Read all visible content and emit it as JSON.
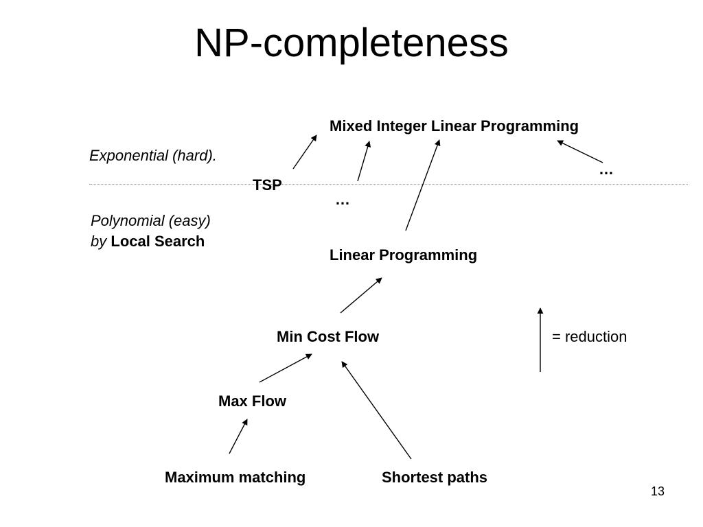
{
  "slide": {
    "title": "NP-completeness",
    "page_number": "13"
  },
  "regions": {
    "hard": "Exponential (hard).",
    "easy_line1": "Polynomial (easy)",
    "easy_by": "by",
    "easy_method": "Local Search"
  },
  "nodes": {
    "milp": "Mixed Integer Linear Programming",
    "tsp": "TSP",
    "ellipsis_top": "…",
    "ellipsis_mid": "…",
    "lp": "Linear Programming",
    "min_cost_flow": "Min Cost Flow",
    "max_flow": "Max Flow",
    "max_matching": "Maximum matching",
    "shortest_paths": "Shortest paths"
  },
  "legend": {
    "equals": "=",
    "label": "reduction"
  }
}
